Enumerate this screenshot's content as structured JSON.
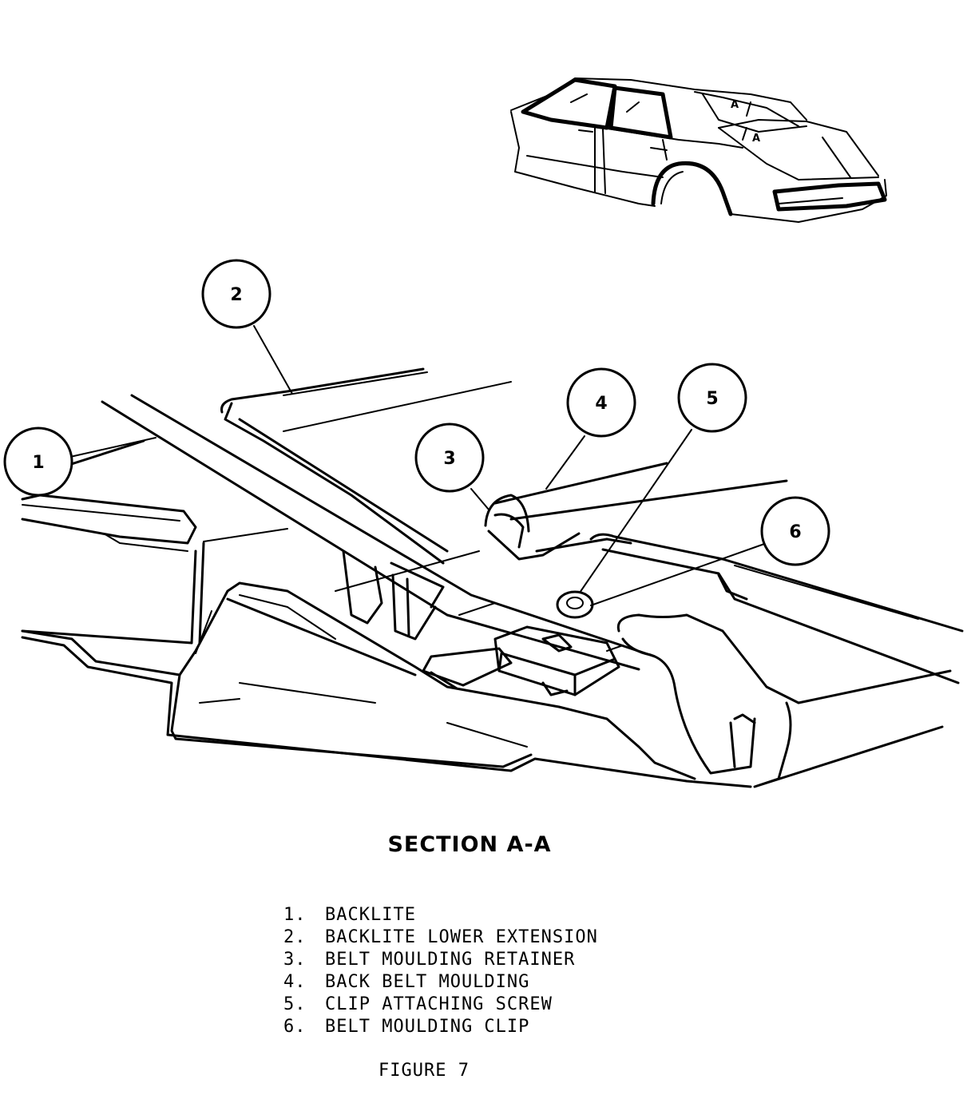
{
  "diagram": {
    "inset_label_a": "A",
    "callouts": [
      {
        "number": "1"
      },
      {
        "number": "2"
      },
      {
        "number": "3"
      },
      {
        "number": "4"
      },
      {
        "number": "5"
      },
      {
        "number": "6"
      }
    ]
  },
  "section_title": "SECTION A-A",
  "legend": [
    {
      "number": "1.",
      "label": "BACKLITE"
    },
    {
      "number": "2.",
      "label": "BACKLITE LOWER EXTENSION"
    },
    {
      "number": "3.",
      "label": "BELT MOULDING RETAINER"
    },
    {
      "number": "4.",
      "label": "BACK BELT MOULDING"
    },
    {
      "number": "5.",
      "label": "CLIP ATTACHING SCREW"
    },
    {
      "number": "6.",
      "label": "BELT MOULDING CLIP"
    }
  ],
  "figure_caption": "FIGURE 7"
}
